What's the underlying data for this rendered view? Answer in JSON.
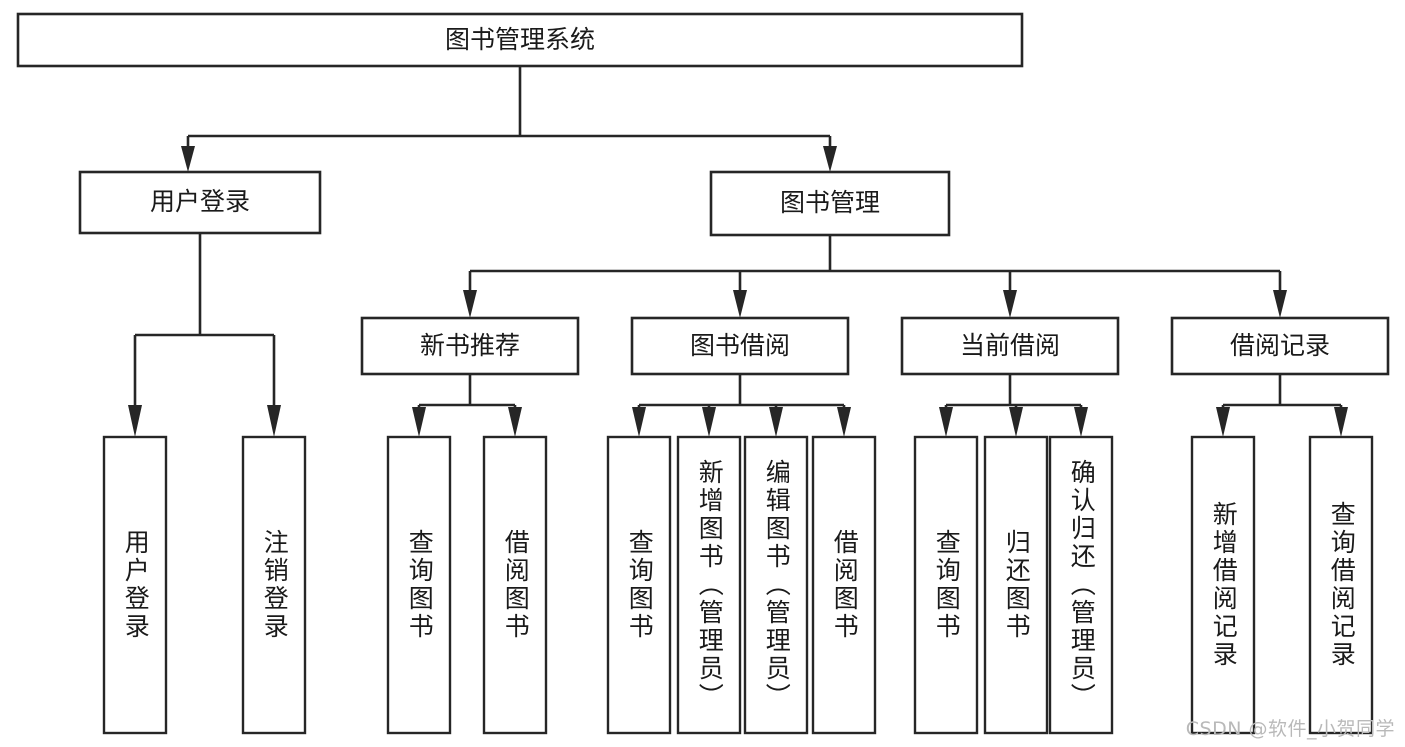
{
  "diagram": {
    "title": "图书管理系统",
    "type": "tree-hierarchy-diagram",
    "colors": {
      "background": "#ffffff",
      "node_border": "#262626",
      "node_fill": "#ffffff",
      "text": "#1a1a1a",
      "watermark": "#b9b9b9"
    },
    "root": {
      "label": "图书管理系统"
    },
    "level2": [
      {
        "label": "用户登录"
      },
      {
        "label": "图书管理"
      }
    ],
    "level3": [
      {
        "label": "新书推荐"
      },
      {
        "label": "图书借阅"
      },
      {
        "label": "当前借阅"
      },
      {
        "label": "借阅记录"
      }
    ],
    "leaves": [
      {
        "label": "用户登录",
        "parent": "用户登录"
      },
      {
        "label": "注销登录",
        "parent": "用户登录"
      },
      {
        "label": "查询图书",
        "parent": "新书推荐"
      },
      {
        "label": "借阅图书",
        "parent": "新书推荐"
      },
      {
        "label": "查询图书",
        "parent": "图书借阅"
      },
      {
        "label": "新增图书（管理员）",
        "parent": "图书借阅"
      },
      {
        "label": "编辑图书（管理员）",
        "parent": "图书借阅"
      },
      {
        "label": "借阅图书",
        "parent": "图书借阅"
      },
      {
        "label": "查询图书",
        "parent": "当前借阅"
      },
      {
        "label": "归还图书",
        "parent": "当前借阅"
      },
      {
        "label": "确认归还（管理员）",
        "parent": "当前借阅"
      },
      {
        "label": "新增借阅记录",
        "parent": "借阅记录"
      },
      {
        "label": "查询借阅记录",
        "parent": "借阅记录"
      }
    ]
  },
  "watermark": {
    "text": "CSDN @软件_小贺同学"
  }
}
